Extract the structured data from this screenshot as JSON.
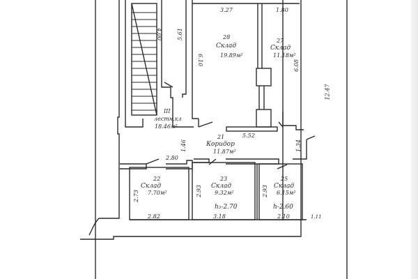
{
  "document": {
    "type": "floor-plan",
    "colors": {
      "paper": "#ffffff",
      "ink": "#2a2a2a",
      "scan_edge": "#e9e9e9"
    }
  },
  "rooms": [
    {
      "number": "28",
      "name": "Склад",
      "area": "19.89м²"
    },
    {
      "number": "27",
      "name": "Склад",
      "area": "11.18м²"
    },
    {
      "number": "III",
      "name": "лестн.кл",
      "area": "18.46м²"
    },
    {
      "number": "21",
      "name": "Коридор",
      "area": "11.87м²"
    },
    {
      "number": "22",
      "name": "Склад",
      "area": "7.70м²"
    },
    {
      "number": "23",
      "name": "Склад",
      "area": "9.32м²",
      "height": "h₃-2.70"
    },
    {
      "number": "25",
      "name": "Склад",
      "area": "6.15м²",
      "height": "h-2.60"
    }
  ],
  "dimensions": {
    "stair_length": "4.00",
    "stair_wall": "5.61",
    "room28_height": "6.10",
    "room28_width": "3.27",
    "room27_width": "1.80",
    "room27_height": "6.08",
    "building_length": "12.47",
    "corridor_wall": "5.52",
    "corridor_left": "1.46",
    "corridor_right": "1.34",
    "room22_door": "2.80",
    "room22_height": "2.73",
    "room22_width": "2.82",
    "room23_height": "2.93",
    "room23_width": "3.18",
    "room25_height": "2.93",
    "room25_width": "2.10",
    "end_width": "1.11"
  }
}
